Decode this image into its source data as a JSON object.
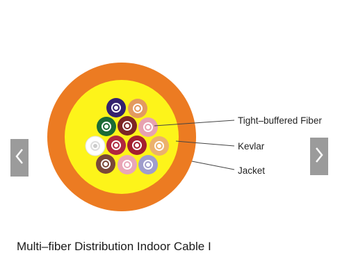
{
  "diagram": {
    "labels": {
      "fiber": "Tight–buffered Fiber",
      "kevlar": "Kevlar",
      "jacket": "Jacket"
    },
    "caption": "Multi–fiber Distribution Indoor Cable I",
    "colors": {
      "jacket": "#ec7b22",
      "kevlar": "#fdf41a",
      "core_center": "#ffffff"
    },
    "fibers": [
      {
        "name": "fiber-blue",
        "color": "#34226e",
        "ring": "#ffffff"
      },
      {
        "name": "fiber-orange",
        "color": "#e39a5f",
        "ring": "#ffffff"
      },
      {
        "name": "fiber-green",
        "color": "#1b6b35",
        "ring": "#ffffff"
      },
      {
        "name": "fiber-brown-top",
        "color": "#7c2626",
        "ring": "#ffffff"
      },
      {
        "name": "fiber-pink-top",
        "color": "#e7a2b0",
        "ring": "#ffffff"
      },
      {
        "name": "fiber-white",
        "color": "#ffffff",
        "ring": "#dddddd"
      },
      {
        "name": "fiber-red",
        "color": "#b0283f",
        "ring": "#ffffff"
      },
      {
        "name": "fiber-red-dark",
        "color": "#a32030",
        "ring": "#ffffff"
      },
      {
        "name": "fiber-orange-right",
        "color": "#ebb16d",
        "ring": "#ffffff"
      },
      {
        "name": "fiber-brown",
        "color": "#7a4838",
        "ring": "#ffffff"
      },
      {
        "name": "fiber-pink",
        "color": "#e9a6b8",
        "ring": "#ffffff"
      },
      {
        "name": "fiber-violet",
        "color": "#9f9dcc",
        "ring": "#ffffff"
      }
    ]
  },
  "navigation": {
    "prev_icon": "chevron-left-icon",
    "next_icon": "chevron-right-icon"
  }
}
